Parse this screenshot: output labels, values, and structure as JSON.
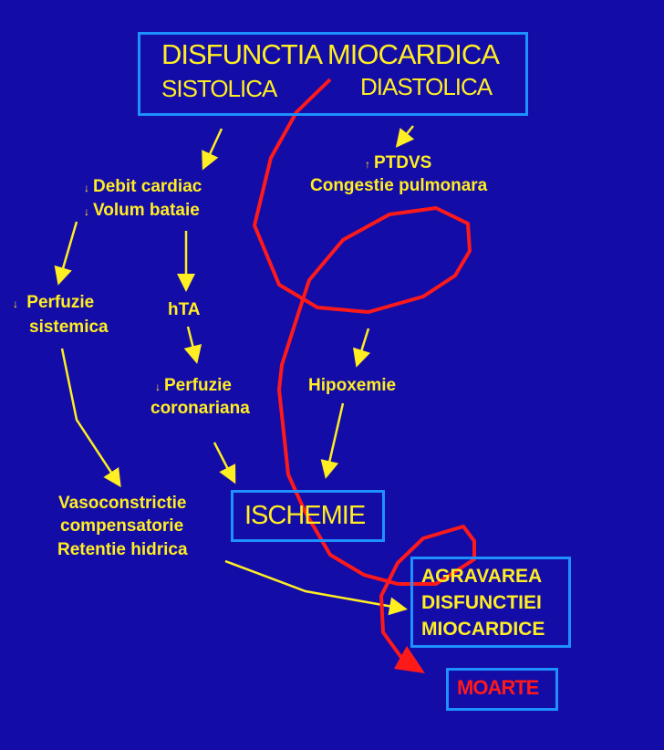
{
  "main_box": {
    "title": "DISFUNCTIA MIOCARDICA",
    "left": "SISTOLICA",
    "right": "DIASTOLICA"
  },
  "nodes": {
    "ptdvs_arrow": "↑",
    "ptdvs": "PTDVS",
    "congestie": "Congestie pulmonara",
    "debit_arrow": "↓",
    "debit": "Debit cardiac",
    "volum_arrow": "↓",
    "volum": "Volum bataie",
    "perfuzie_sist_arrow": "↓",
    "perfuzie_sist_1": "Perfuzie",
    "perfuzie_sist_2": "sistemica",
    "hta": "hTA",
    "perfuzie_cor_arrow": "↓",
    "perfuzie_cor_1": "Perfuzie",
    "perfuzie_cor_2": "coronariana",
    "hipoxemie": "Hipoxemie",
    "vaso_1": "Vasoconstrictie",
    "vaso_2": "compensatorie",
    "vaso_3": "Retentie hidrica",
    "ischemie": "ISCHEMIE",
    "agravarea_1": "AGRAVAREA",
    "agravarea_2": "DISFUNCTIEI",
    "agravarea_3": "MIOCARDICE",
    "moarte": "MOARTE"
  },
  "colors": {
    "background": "#140ca6",
    "text": "#ffee22",
    "box_border": "#1e90ff",
    "spiral": "#ff1a1a"
  }
}
